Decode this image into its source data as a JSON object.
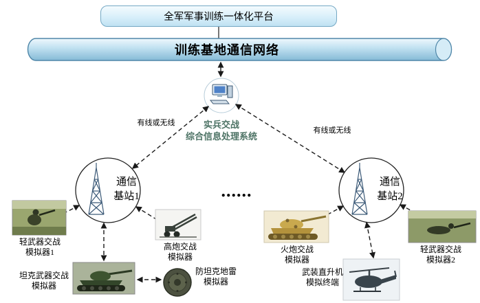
{
  "platform": {
    "title": "全军军事训练一体化平台"
  },
  "network": {
    "title": "训练基地通信网络"
  },
  "processor": {
    "line1": "实兵交战",
    "line2": "综合信息处理系统"
  },
  "links": {
    "left_label": "有线或无线",
    "right_label": "有线或无线"
  },
  "stations": {
    "left": {
      "line1": "通信",
      "line2": "基站1"
    },
    "right": {
      "line1": "通信",
      "line2": "基站2"
    }
  },
  "ellipsis": "......",
  "simulators": {
    "light_weapon_1": {
      "line1": "轻武器交战",
      "line2": "模拟器1"
    },
    "aa_gun": {
      "line1": "高炮交战",
      "line2": "模拟器"
    },
    "tank_weapon": {
      "line1": "坦克武器交战",
      "line2": "模拟器"
    },
    "anti_tank_mine": {
      "line1": "防坦克地雷",
      "line2": "模拟器"
    },
    "artillery": {
      "line1": "火炮交战",
      "line2": "模拟器"
    },
    "helicopter": {
      "line1": "武装直升机",
      "line2": "模拟终端"
    },
    "light_weapon_2": {
      "line1": "轻武器交战",
      "line2": "模拟器2"
    }
  },
  "colors": {
    "platform_fill": "#d8effa",
    "platform_border": "#74a8c4",
    "cylinder_light": "#e9f6fc",
    "cylinder_mid": "#c4e3f2",
    "cylinder_dark": "#85bad6",
    "cylinder_border": "#4f86a8",
    "processor_text": "#4d7365",
    "line_color": "#1a1a1a"
  }
}
